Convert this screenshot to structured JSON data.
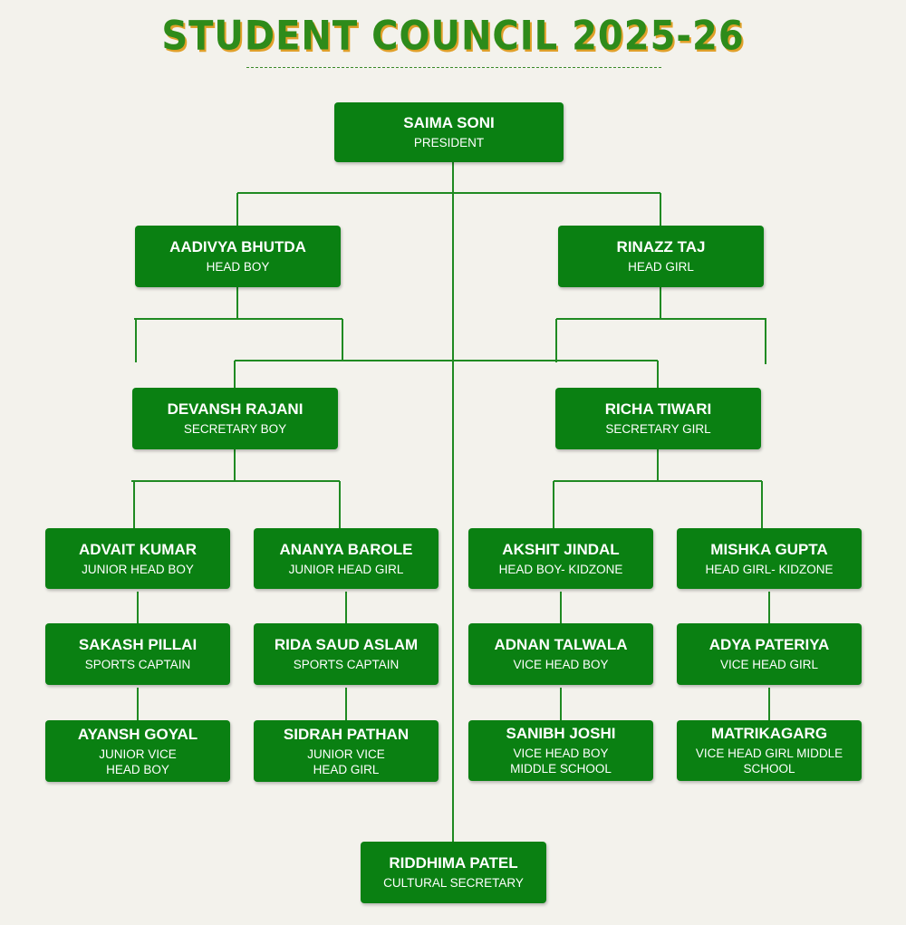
{
  "title": "STUDENT COUNCIL 2025-26",
  "nodes": {
    "president": {
      "name": "SAIMA SONI",
      "role": "PRESIDENT"
    },
    "head_boy": {
      "name": "AADIVYA BHUTDA",
      "role": "HEAD BOY"
    },
    "head_girl": {
      "name": "RINAZZ TAJ",
      "role": "HEAD GIRL"
    },
    "secretary_boy": {
      "name": "DEVANSH RAJANI",
      "role": "SECRETARY BOY"
    },
    "secretary_girl": {
      "name": "RICHA TIWARI",
      "role": "SECRETARY GIRL"
    },
    "junior_head_boy": {
      "name": "ADVAIT KUMAR",
      "role": "JUNIOR HEAD BOY"
    },
    "junior_head_girl": {
      "name": "ANANYA BAROLE",
      "role": "JUNIOR HEAD GIRL"
    },
    "head_boy_kidzone": {
      "name": "AKSHIT JINDAL",
      "role": "HEAD BOY- KIDZONE"
    },
    "head_girl_kidzone": {
      "name": "MISHKA GUPTA",
      "role": "HEAD GIRL- KIDZONE"
    },
    "sports_captain_boy": {
      "name": "SAKASH PILLAI",
      "role": "SPORTS CAPTAIN"
    },
    "sports_captain_girl": {
      "name": "RIDA SAUD ASLAM",
      "role": "SPORTS CAPTAIN"
    },
    "vice_head_boy": {
      "name": "ADNAN TALWALA",
      "role": "VICE HEAD BOY"
    },
    "vice_head_girl": {
      "name": "ADYA PATERIYA",
      "role": "VICE HEAD GIRL"
    },
    "junior_vice_head_boy": {
      "name": "AYANSH GOYAL",
      "role": "JUNIOR VICE\nHEAD BOY"
    },
    "junior_vice_head_girl": {
      "name": "SIDRAH PATHAN",
      "role": "JUNIOR VICE\nHEAD GIRL"
    },
    "vice_head_boy_middle": {
      "name": "SANIBH JOSHI",
      "role": "VICE HEAD BOY\nMIDDLE SCHOOL"
    },
    "vice_head_girl_middle": {
      "name": "MATRIKAGARG",
      "role": "VICE HEAD GIRL MIDDLE\nSCHOOL"
    },
    "cultural_secretary": {
      "name": "RIDDHIMA PATEL",
      "role": "CULTURAL SECRETARY"
    }
  },
  "colors": {
    "box": "#0a8012",
    "line": "#1f8a22",
    "title": "#2e8b1a",
    "title_shadow": "#e0a02a",
    "background": "#f3f2ec"
  }
}
